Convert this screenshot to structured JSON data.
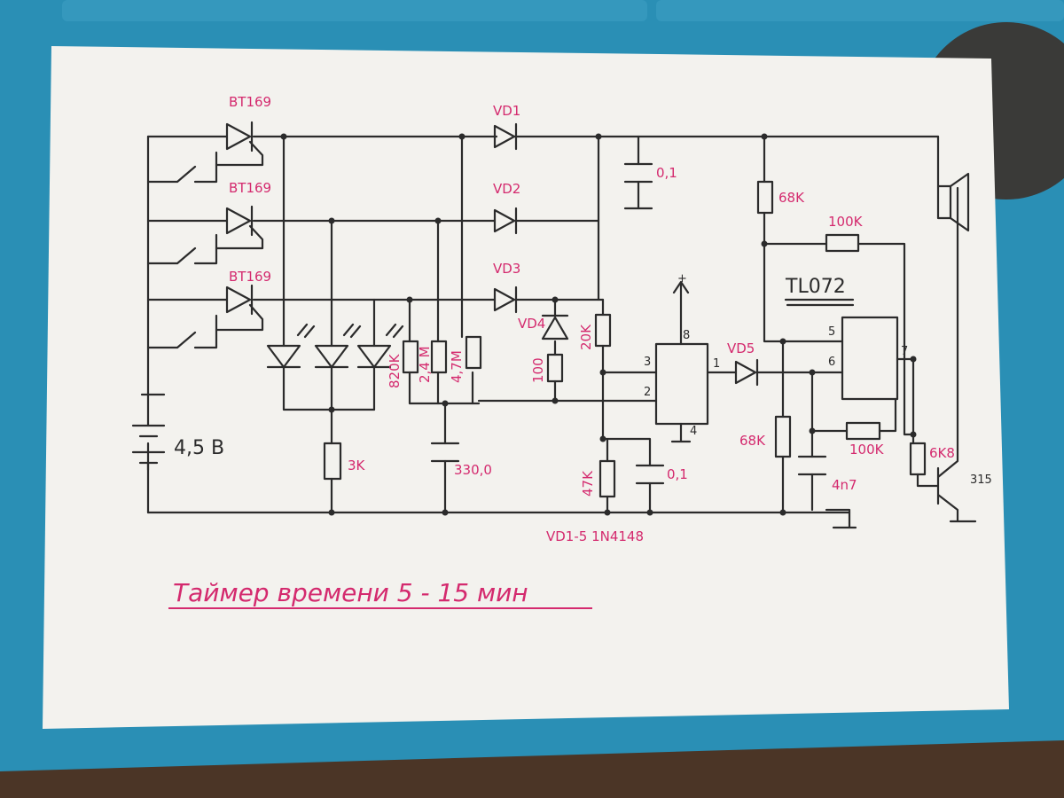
{
  "colors": {
    "ink": "#2b2b2b",
    "label": "#d42a6e",
    "paper": "#f3f2ee",
    "mat": "#2a8fb5"
  },
  "labels": {
    "thyristor_1": "BT169",
    "thyristor_2": "BT169",
    "thyristor_3": "BT169",
    "vd1": "VD1",
    "vd2": "VD2",
    "vd3": "VD3",
    "vd4": "VD4",
    "vd5": "VD5",
    "c_top": "0,1",
    "r_68k_top": "68K",
    "r_100k_top": "100K",
    "ic_name": "TL072",
    "battery": "4,5 B",
    "r_3k": "3K",
    "r_820k": "820K",
    "r_2_4m": "2,4 M",
    "r_4_7m": "4,7M",
    "c_330": "330,0",
    "r_100": "100",
    "r_20k": "20K",
    "r_47k": "47K",
    "c_bottom": "0,1",
    "r_68k_bottom": "68K",
    "c_4n7": "4n7",
    "r_100k_bottom": "100K",
    "r_6k8": "6K8",
    "transistor": "315",
    "diodes_note": "VD1-5  1N4148",
    "title": "Таймер времени 5 - 15 мин",
    "op1_pin3": "3",
    "op1_pin2": "2",
    "op1_pin8": "8",
    "op1_pin4": "4",
    "op1_pin1": "1",
    "op2_pin5": "5",
    "op2_pin6": "6",
    "op2_pin7": "7",
    "supply_plus": "+"
  }
}
